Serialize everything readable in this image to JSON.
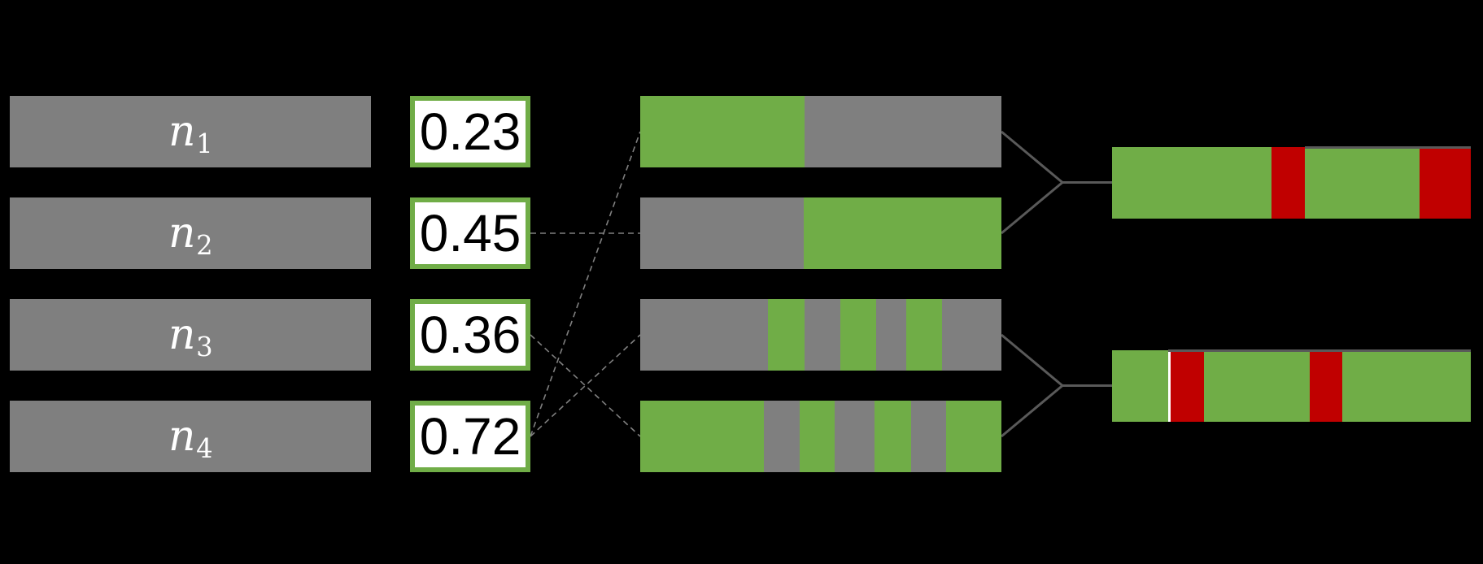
{
  "diagram": {
    "description": "node-utilization-merge-diagram",
    "background": "#000000",
    "colors": {
      "gray": "#7F7F7F",
      "green": "#70AD47",
      "red": "#C00000",
      "white": "#FFFFFF",
      "node_label_text": "#FFFFFF",
      "value_text": "#000000",
      "value_box_border": "#70AD47",
      "dashed_link": "#7F7F7F",
      "merge_line": "#595959",
      "bar_top_line": "#595959"
    },
    "nodes": [
      {
        "label_base": "n",
        "label_sub": "1",
        "value": "0.23"
      },
      {
        "label_base": "n",
        "label_sub": "2",
        "value": "0.45"
      },
      {
        "label_base": "n",
        "label_sub": "3",
        "value": "0.36"
      },
      {
        "label_base": "n",
        "label_sub": "4",
        "value": "0.72"
      }
    ],
    "profile_bars": [
      {
        "id": "profile-bar-1",
        "segments": [
          {
            "color": "green",
            "frac": 0.456
          },
          {
            "color": "gray",
            "frac": 0.544
          }
        ]
      },
      {
        "id": "profile-bar-2",
        "segments": [
          {
            "color": "gray",
            "frac": 0.452
          },
          {
            "color": "green",
            "frac": 0.548
          }
        ]
      },
      {
        "id": "profile-bar-3",
        "segments": [
          {
            "color": "gray",
            "frac": 0.354
          },
          {
            "color": "green",
            "frac": 0.102
          },
          {
            "color": "gray",
            "frac": 0.098
          },
          {
            "color": "green",
            "frac": 0.099
          },
          {
            "color": "gray",
            "frac": 0.083
          },
          {
            "color": "green",
            "frac": 0.099
          },
          {
            "color": "gray",
            "frac": 0.165
          }
        ]
      },
      {
        "id": "profile-bar-4",
        "segments": [
          {
            "color": "green",
            "frac": 0.342
          },
          {
            "color": "gray",
            "frac": 0.099
          },
          {
            "color": "green",
            "frac": 0.097
          },
          {
            "color": "gray",
            "frac": 0.111
          },
          {
            "color": "green",
            "frac": 0.1
          },
          {
            "color": "gray",
            "frac": 0.099
          },
          {
            "color": "green",
            "frac": 0.152
          }
        ]
      }
    ],
    "value_links": [
      {
        "value_row": 1,
        "profile_row": 1
      },
      {
        "value_row": 3,
        "profile_row": 0
      },
      {
        "value_row": 3,
        "profile_row": 2
      },
      {
        "value_row": 2,
        "profile_row": 3
      }
    ],
    "merged_bars": [
      {
        "id": "merged-bar-1",
        "sources": [
          0,
          1
        ],
        "top_line_from": 0.538,
        "segments": [
          {
            "color": "green",
            "frac": 0.445
          },
          {
            "color": "red",
            "frac": 0.093
          },
          {
            "color": "green",
            "frac": 0.319
          },
          {
            "color": "red",
            "frac": 0.143
          }
        ]
      },
      {
        "id": "merged-bar-2",
        "sources": [
          2,
          3
        ],
        "top_line_from": 0.156,
        "segments": [
          {
            "color": "green",
            "frac": 0.156
          },
          {
            "color": "white",
            "frac": 0.007
          },
          {
            "color": "red",
            "frac": 0.093
          },
          {
            "color": "green",
            "frac": 0.296
          },
          {
            "color": "red",
            "frac": 0.09
          },
          {
            "color": "green",
            "frac": 0.358
          }
        ]
      }
    ]
  }
}
